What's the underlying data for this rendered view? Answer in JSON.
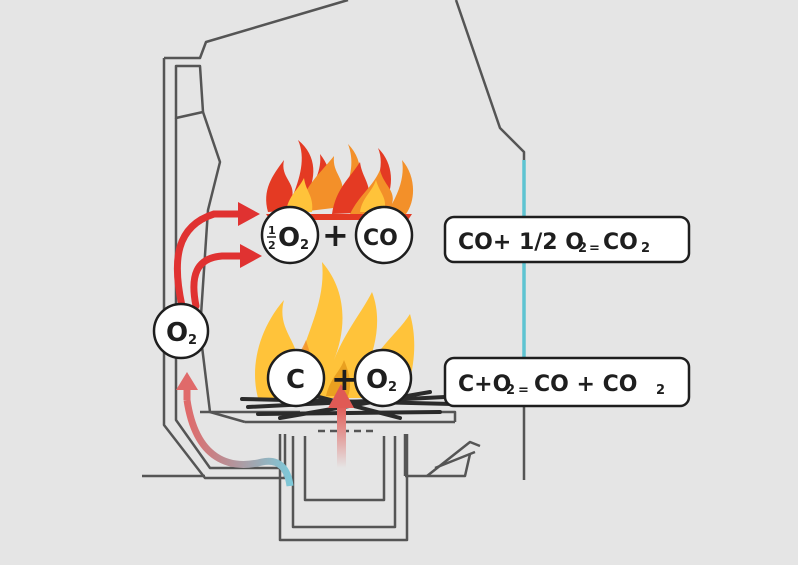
{
  "diagram": {
    "molecules": {
      "o2_inlet": {
        "main": "O",
        "sub": "2"
      },
      "half_o2": {
        "num": "1",
        "den": "2",
        "main": "O",
        "sub": "2"
      },
      "co": {
        "main": "CO"
      },
      "c": {
        "main": "C"
      },
      "o2_bottom": {
        "main": "O",
        "sub": "2"
      }
    },
    "operators": {
      "upper_plus": "+",
      "lower_plus": "+"
    },
    "equation_upper": {
      "left": "CO+ 1/2 O",
      "left_sub": "2",
      "equals": "=",
      "right": "CO",
      "right_sub": "2"
    },
    "equation_lower": {
      "left": "C+O",
      "left_sub": "2",
      "equals": "=",
      "middle": "CO + CO",
      "right_sub": "2"
    }
  },
  "colors": {
    "background": "#e5e5e5",
    "outline": "#555555",
    "glass": "#5ec4d2",
    "air_red": "#e03231",
    "air_cold": "#7ec8d8",
    "flame_yellow": "#ffc33a",
    "flame_orange": "#f39029",
    "flame_red": "#e43a23",
    "wood": "#2b2b2b"
  }
}
